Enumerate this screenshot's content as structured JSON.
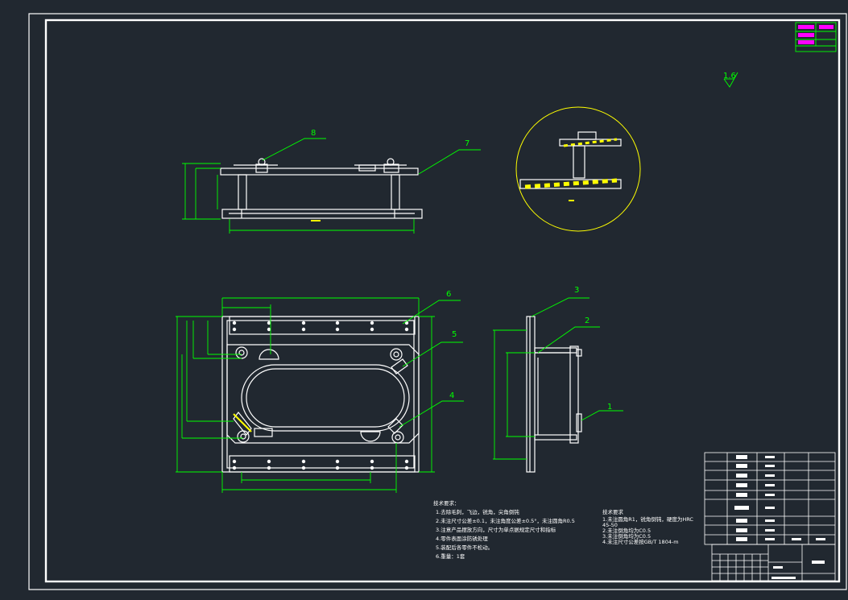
{
  "colors": {
    "background": "#212830",
    "lines": "#ffffff",
    "dimension": "#00ff00",
    "hatch": "#ffff00",
    "highlight": "#ff00ff"
  },
  "balloons": [
    "8",
    "7",
    "6",
    "5",
    "4",
    "3",
    "2",
    "1"
  ],
  "roughness": "1.6",
  "notes_left": {
    "title": "技术要求：",
    "lines": [
      "1.去除毛刺，飞边，锐角，尖角倒钝",
      "2.未注尺寸公差±0.1，未注角度公差±0.5°，未注圆角R0.5",
      "3.注意产品摆放方向，尺寸为单点据规定尺寸和指标",
      "4.零件表面涂防锈处理",
      "5.装配后各零件不松动。",
      "6.重量：1套"
    ]
  },
  "notes_right": {
    "title": "技术要求",
    "lines": [
      "1.未注圆角R1，锐角倒钝，硬度为HRC",
      "45-50",
      "2.未注倒角均为C0.5",
      "3.未注倒角均为C0.5",
      "4.未注尺寸公差按GB/T 1804-m"
    ]
  }
}
